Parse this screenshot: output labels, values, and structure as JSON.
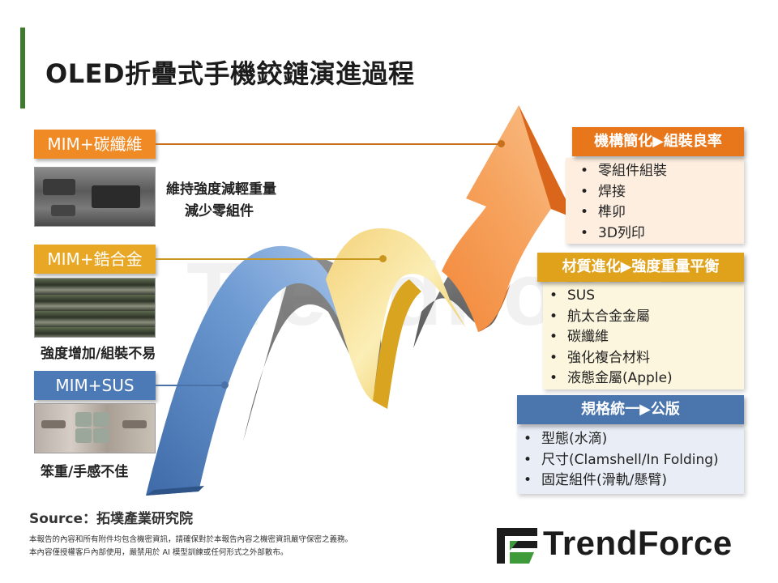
{
  "title": "OLED折疊式手機鉸鏈演進過程",
  "watermark": "TrendForce",
  "stages": [
    {
      "label": "MIM+碳纖維",
      "captions": [
        "維持強度減輕重量",
        "減少零組件"
      ],
      "color": "#f08a24"
    },
    {
      "label": "MIM+鋯合金",
      "captions": [
        "強度增加/組裝不易"
      ],
      "color": "#e8a825"
    },
    {
      "label": "MIM+SUS",
      "captions": [
        "笨重/手感不佳"
      ],
      "color": "#4c7ab6"
    }
  ],
  "boxes": [
    {
      "title": "機構簡化▶組裝良率",
      "items": [
        "零組件組裝",
        "焊接",
        "榫卯",
        "3D列印"
      ],
      "head_color": "#e8771b",
      "body_color": "#fdeee0"
    },
    {
      "title": "材質進化▶強度重量平衡",
      "items": [
        "SUS",
        "航太合金金屬",
        "碳纖維",
        "強化複合材料",
        "液態金屬(Apple)"
      ],
      "head_color": "#e0a21b",
      "body_color": "#fdf6de"
    },
    {
      "title": "規格統一▶公版",
      "items": [
        "型態(水滴)",
        "尺寸(Clamshell/In Folding)",
        "固定組件(滑軌/懸臂)"
      ],
      "head_color": "#4a75ad",
      "body_color": "#e9eef6"
    }
  ],
  "source": "Source：拓墣產業研究院",
  "disclaimer": [
    "本報告的內容和所有附件均包含機密資訊，請確保對於本報告內容之機密資訊嚴守保密之義務。",
    "本內容僅授權客戶內部使用，嚴禁用於 AI 模型訓練或任何形式之外部散布。"
  ],
  "logo": "TrendForce",
  "icons": {
    "arrow": "upward-ribbon-arrow-icon",
    "logo": "trendforce-logo-icon"
  }
}
